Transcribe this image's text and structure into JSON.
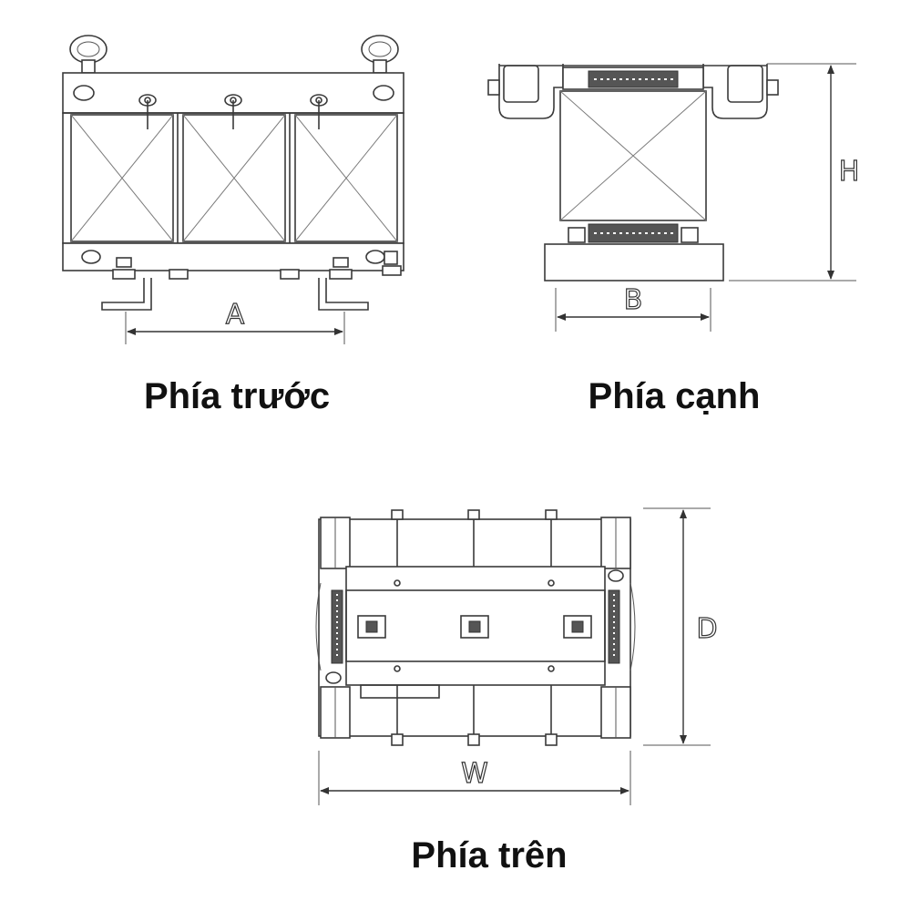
{
  "views": {
    "front": {
      "caption": "Phía trước",
      "dimension": "A"
    },
    "side": {
      "caption": "Phía cạnh",
      "dimensions": {
        "width": "B",
        "height": "H"
      }
    },
    "top": {
      "caption": "Phía trên",
      "dimensions": {
        "width": "W",
        "depth": "D"
      }
    }
  },
  "colors": {
    "line": "#3a3a3a",
    "background": "#ffffff",
    "text": "#111111"
  }
}
